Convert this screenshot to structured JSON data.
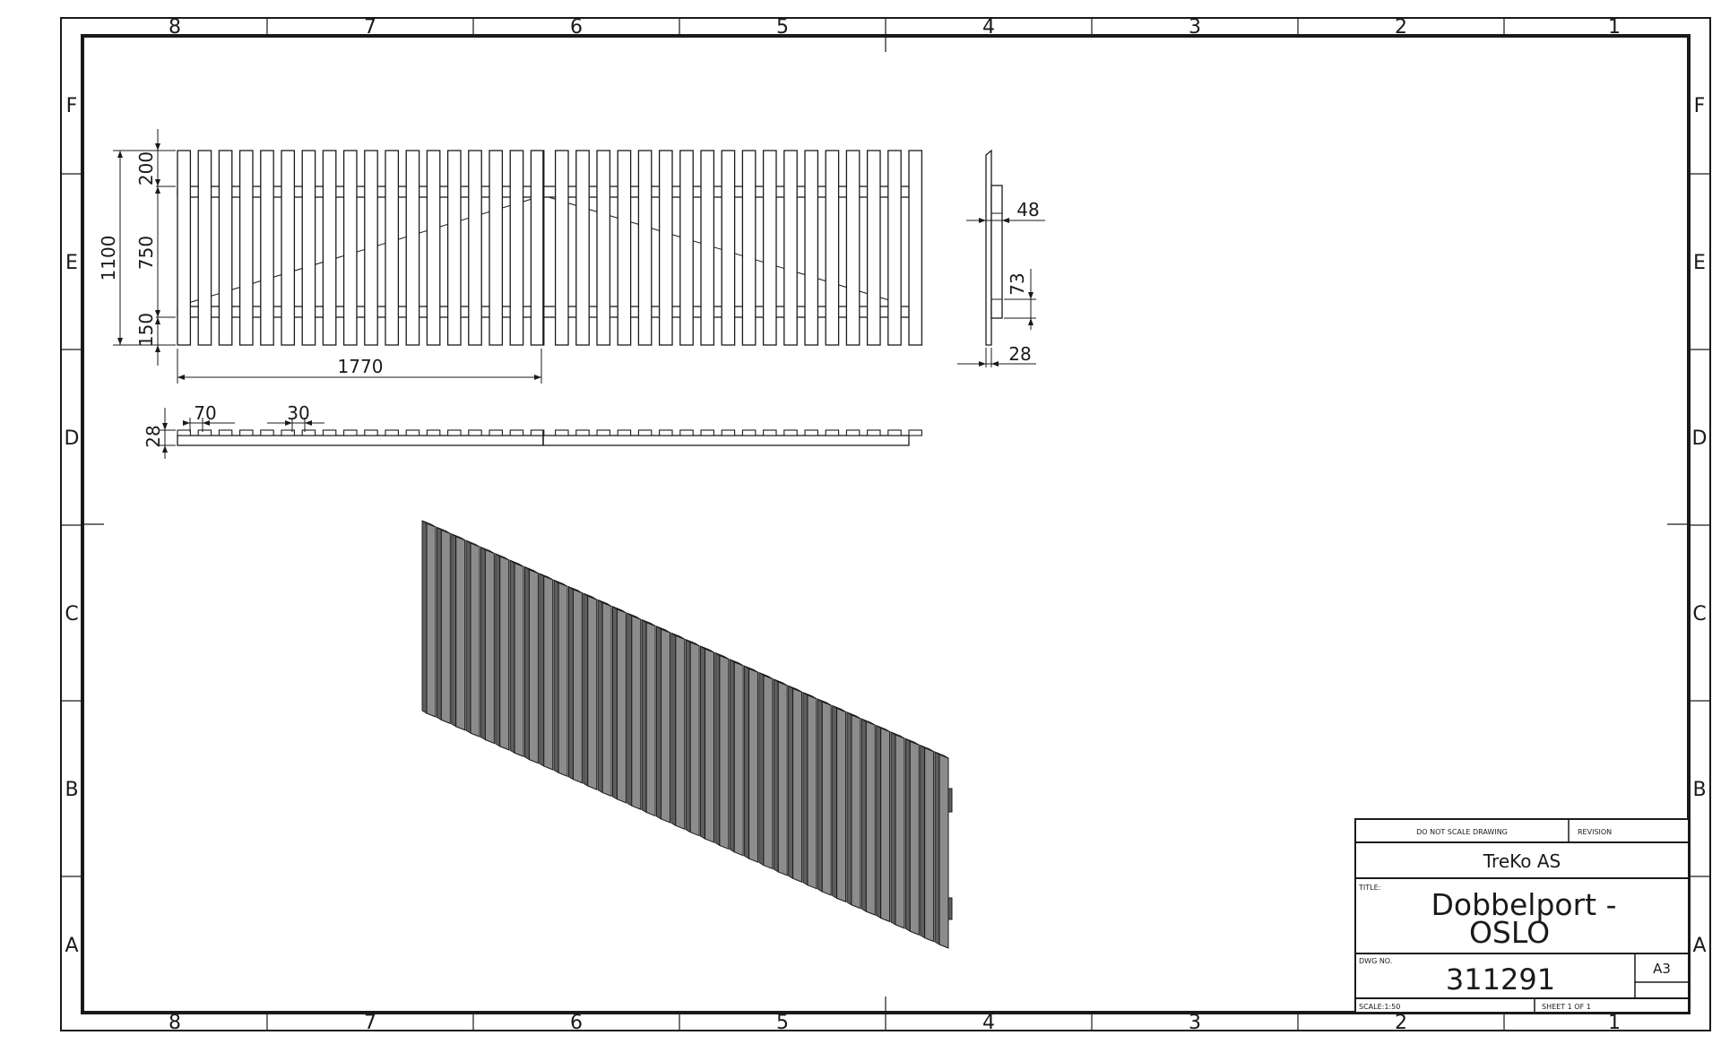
{
  "zones": {
    "columns": [
      "8",
      "7",
      "6",
      "5",
      "4",
      "3",
      "2",
      "1"
    ],
    "rows": [
      "F",
      "E",
      "D",
      "C",
      "B",
      "A"
    ]
  },
  "dimensions": {
    "overall_height": "1100",
    "top_band": "200",
    "middle_band": "750",
    "bottom_band": "150",
    "gate_width": "1770",
    "board_width": "70",
    "gap_width": "30",
    "board_thickness": "28",
    "side_rail_width": "48",
    "side_rail_height": "73",
    "side_thickness": "28"
  },
  "title_block": {
    "do_not_scale": "DO NOT SCALE DRAWING",
    "revision_label": "REVISION",
    "company": "TreKo AS",
    "title_label": "TITLE:",
    "title_line1": "Dobbelport -",
    "title_line2": "OSLO",
    "dwg_no_label": "DWG NO.",
    "dwg_no": "311291",
    "size": "A3",
    "scale": "SCALE:1:50",
    "sheet": "SHEET 1 OF 1"
  },
  "colors": {
    "line": "#1a1a1a",
    "slat_front": "#8c8c8c",
    "slat_side": "#5e5e5e",
    "slat_top": "#c4c4c4"
  }
}
